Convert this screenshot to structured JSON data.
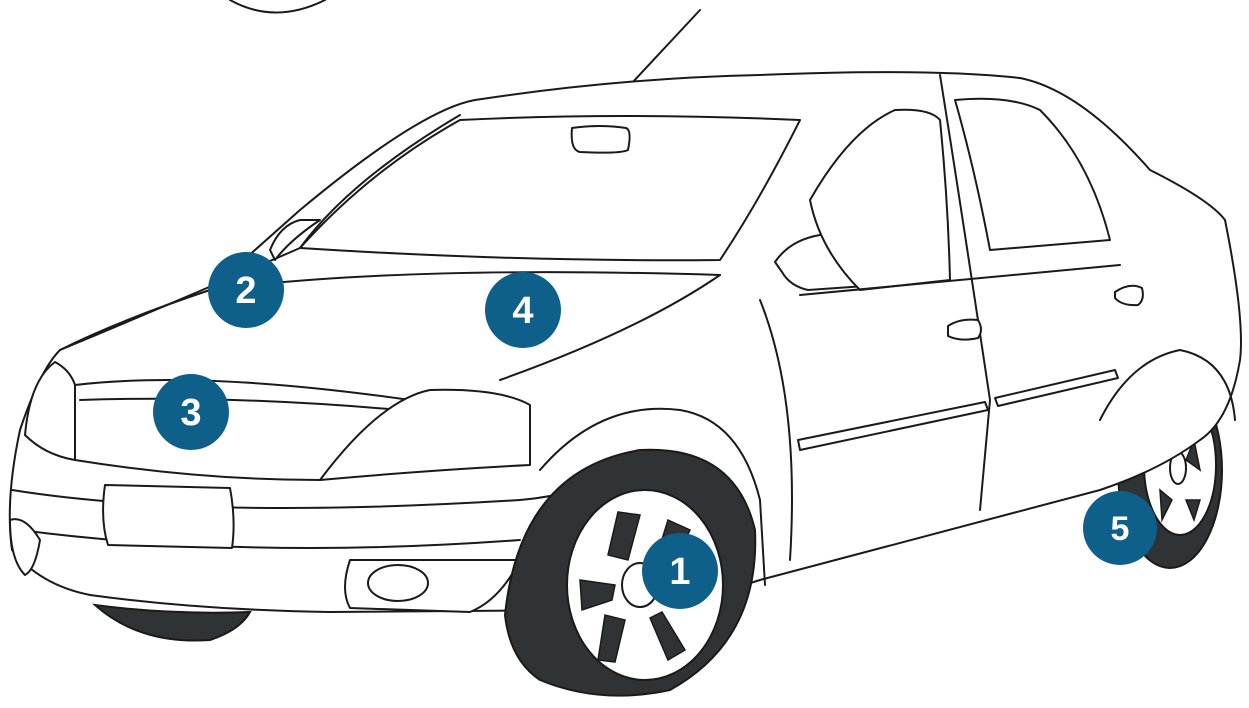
{
  "colors": {
    "marker": "#0f5f8b",
    "marker_text": "#ffffff",
    "outline": "#1a1a1a",
    "tire": "#2f3335"
  },
  "callouts": [
    {
      "id": "1",
      "label": "1",
      "part": "front-wheel"
    },
    {
      "id": "2",
      "label": "2",
      "part": "side-mirror"
    },
    {
      "id": "3",
      "label": "3",
      "part": "front-grille"
    },
    {
      "id": "4",
      "label": "4",
      "part": "hood"
    },
    {
      "id": "5",
      "label": "5",
      "part": "rear-wheel"
    }
  ]
}
